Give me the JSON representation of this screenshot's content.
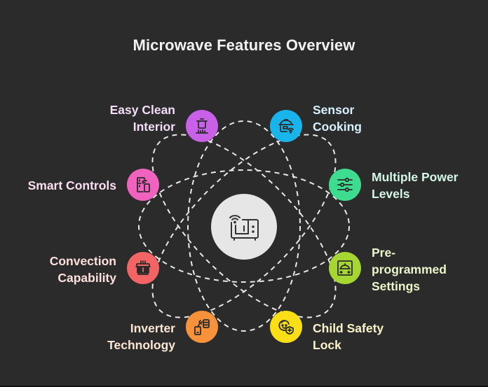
{
  "title": "Microwave Features Overview",
  "center": {
    "icon": "smart-microwave-icon",
    "color": "#e6e6e6"
  },
  "features": [
    {
      "id": "easy-clean-interior",
      "lines": [
        "Easy Clean",
        "Interior"
      ],
      "icon": "cooking-pot-icon",
      "color": "#c860e8",
      "text_color": "#f3dcf8",
      "side": "left"
    },
    {
      "id": "sensor-cooking",
      "lines": [
        "Sensor",
        "Cooking"
      ],
      "icon": "smart-cooker-icon",
      "color": "#1ab4ec",
      "text_color": "#d6f0fb",
      "side": "right"
    },
    {
      "id": "smart-controls",
      "lines": [
        "Smart Controls"
      ],
      "icon": "smart-appliance-phone-icon",
      "color": "#ef62bd",
      "text_color": "#fbdff0",
      "side": "left"
    },
    {
      "id": "multiple-power-levels",
      "lines": [
        "Multiple Power",
        "Levels"
      ],
      "icon": "sliders-icon",
      "color": "#3ddc8f",
      "text_color": "#d4f7e6",
      "side": "right"
    },
    {
      "id": "convection-capability",
      "lines": [
        "Convection",
        "Capability"
      ],
      "icon": "oven-tray-icon",
      "color": "#f36464",
      "text_color": "#fde0dd",
      "side": "left"
    },
    {
      "id": "pre-programmed-settings",
      "lines": [
        "Pre-",
        "programmed",
        "Settings"
      ],
      "icon": "dish-cloche-icon",
      "color": "#a5d632",
      "text_color": "#eaf6c9",
      "side": "right"
    },
    {
      "id": "inverter-technology",
      "lines": [
        "Inverter",
        "Technology"
      ],
      "icon": "phone-plug-battery-icon",
      "color": "#f5923a",
      "text_color": "#fce6d4",
      "side": "left"
    },
    {
      "id": "child-safety-lock",
      "lines": [
        "Child Safety",
        "Lock"
      ],
      "icon": "baby-shield-icon",
      "color": "#fadf16",
      "text_color": "#fbf3c9",
      "side": "right"
    }
  ]
}
